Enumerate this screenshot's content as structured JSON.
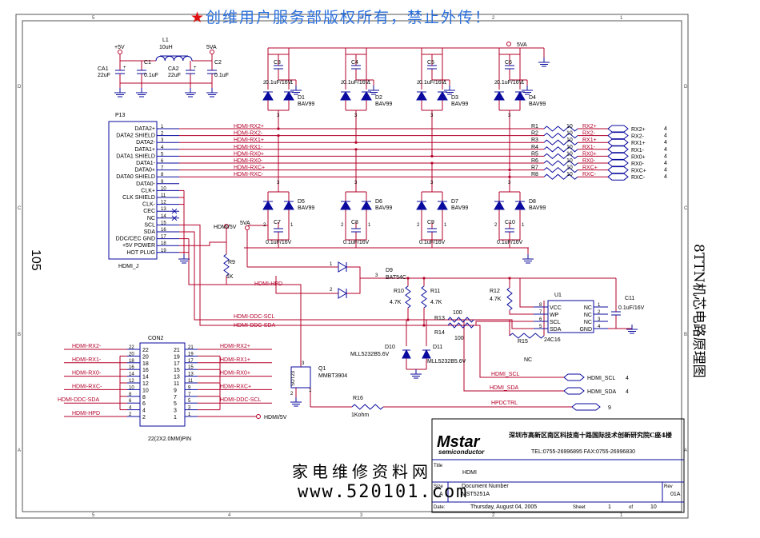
{
  "watermark": "★创维用户服务部版权所有，禁止外传！",
  "page_number": "105",
  "side_label": "8TTN机芯电路原理图",
  "footer_brand": "家电维修资料网",
  "footer_url": "www.520101.com",
  "border": {
    "columns_top": [
      "5",
      "4",
      "3",
      "2",
      "1"
    ],
    "columns_bottom": [
      "5",
      "4",
      "3",
      "2",
      "1"
    ],
    "rows_left": [
      "D",
      "C",
      "B",
      "A"
    ],
    "rows_right": [
      "D",
      "C",
      "B",
      "A"
    ]
  },
  "power": {
    "plus5v": "+5V",
    "l1": "L1",
    "l1_val": "10uH",
    "five_va": "5VA",
    "ca1": "CA1",
    "ca1_val": "22uF",
    "c1": "C1",
    "c1_val": "0.1uF",
    "ca2": "CA2",
    "ca2_val": "22uF",
    "c2": "C2",
    "c2_val": "0.1uF",
    "top_rail": "5VA"
  },
  "p13": {
    "ref": "P13",
    "name": "HDMI_J",
    "pins": [
      {
        "num": "1",
        "name": "DATA2+",
        "net": "HDMI-RX2+"
      },
      {
        "num": "2",
        "name": "DATA2 SHIELD",
        "net": "HDMI-RX2-"
      },
      {
        "num": "3",
        "name": "DATA2-",
        "net": "HDMI-RX1+"
      },
      {
        "num": "4",
        "name": "DATA1+",
        "net": "HDMI-RX1-"
      },
      {
        "num": "5",
        "name": "DATA1 SHIELD",
        "net": "HDMI-RX0+"
      },
      {
        "num": "6",
        "name": "DATA1-",
        "net": "HDMI-RX0-"
      },
      {
        "num": "7",
        "name": "DATA0+",
        "net": "HDMI-RXC+"
      },
      {
        "num": "8",
        "name": "DATA0 SHIELD",
        "net": "HDMI-RXC-"
      },
      {
        "num": "9",
        "name": "DATA0-",
        "net": ""
      },
      {
        "num": "10",
        "name": "CLK+",
        "net": ""
      },
      {
        "num": "11",
        "name": "CLK SHIELD",
        "net": ""
      },
      {
        "num": "12",
        "name": "CLK-",
        "net": ""
      },
      {
        "num": "13",
        "name": "CEC",
        "net": ""
      },
      {
        "num": "14",
        "name": "NC",
        "net": ""
      },
      {
        "num": "15",
        "name": "SCL",
        "net": ""
      },
      {
        "num": "16",
        "name": "SDA",
        "net": ""
      },
      {
        "num": "17",
        "name": "DDC/CEC GND",
        "net": ""
      },
      {
        "num": "18",
        "name": "+5V POWER",
        "net": ""
      },
      {
        "num": "19",
        "name": "HOT PLUG",
        "net": ""
      }
    ]
  },
  "resistors": [
    {
      "ref": "R1",
      "val": "10",
      "net": "RX2+",
      "port": "RX2+",
      "sheet": "4"
    },
    {
      "ref": "R2",
      "val": "10",
      "net": "RX2-",
      "port": "RX2-",
      "sheet": "4"
    },
    {
      "ref": "R3",
      "val": "10",
      "net": "RX1+",
      "port": "RX1+",
      "sheet": "4"
    },
    {
      "ref": "R4",
      "val": "10",
      "net": "RX1-",
      "port": "RX1-",
      "sheet": "4"
    },
    {
      "ref": "R5",
      "val": "10",
      "net": "RX0+",
      "port": "RX0+",
      "sheet": "4"
    },
    {
      "ref": "R6",
      "val": "10",
      "net": "RX0-",
      "port": "RX0-",
      "sheet": "4"
    },
    {
      "ref": "R7",
      "val": "10",
      "net": "RXC+",
      "port": "RXC+",
      "sheet": "4"
    },
    {
      "ref": "R8",
      "val": "10",
      "net": "RXC-",
      "port": "RXC-",
      "sheet": "4"
    }
  ],
  "diodes_top": [
    {
      "cap": "C3",
      "cap_val": "0.1uF/16V",
      "ref": "D1",
      "val": "BAV99"
    },
    {
      "cap": "C4",
      "cap_val": "0.1uF/16V",
      "ref": "D2",
      "val": "BAV99"
    },
    {
      "cap": "C5",
      "cap_val": "0.1uF/16V",
      "ref": "D3",
      "val": "BAV99"
    },
    {
      "cap": "C6",
      "cap_val": "0.1uF/16V",
      "ref": "D4",
      "val": "BAV99"
    }
  ],
  "diodes_bottom": [
    {
      "cap": "C7",
      "cap_val": "0.1uF/16V",
      "ref": "D5",
      "val": "BAV99"
    },
    {
      "cap": "C8",
      "cap_val": "0.1uF/16V",
      "ref": "D6",
      "val": "BAV99"
    },
    {
      "cap": "C9",
      "cap_val": "0.1uF/16V",
      "ref": "D7",
      "val": "BAV99"
    },
    {
      "cap": "C10",
      "cap_val": "0.1uF/16V",
      "ref": "D8",
      "val": "BAV99"
    }
  ],
  "mid": {
    "hdmi5v": "HDMI/5V",
    "five_va": "5VA",
    "r9": "R9",
    "r9_val": "1K",
    "hpd_net": "HDMI-HPD",
    "d9": "D9",
    "d9_val": "BAT54C",
    "r10": "R10",
    "r10_val": "4.7K",
    "r11": "R11",
    "r11_val": "4.7K",
    "r12": "R12",
    "r12_val": "4.7K",
    "r13": "R13",
    "r13_val": "100",
    "r14": "R14",
    "r14_val": "100",
    "r15": "R15",
    "r15_val": "NC",
    "c11": "C11",
    "c11_val": "0.1uF/16V",
    "d10": "D10",
    "d10_val": "MLL5232B5.6V",
    "d11": "D11",
    "d11_val": "MLL5232B5.6V",
    "ddc_scl": "HDMI-DDC-SCL",
    "ddc_sda": "HDMI-DDC-SDA",
    "hdmi_scl": "HDMI_SCL",
    "hdmi_sda": "HDMI_SDA",
    "hpdctrl": "HPDCTRL",
    "port_scl": "HDMI_SCL",
    "port_scl_sheet": "4",
    "port_sda": "HDMI_SDA",
    "port_sda_sheet": "4",
    "port_hpd_sheet": "9",
    "q1": "Q1",
    "q1_val": "MMBT3904",
    "q1_pkg": "SOT23",
    "r16": "R16",
    "r16_val": "1Kohm"
  },
  "u1": {
    "ref": "U1",
    "part": "24C16",
    "left_pins": [
      {
        "num": "8",
        "name": "VCC"
      },
      {
        "num": "7",
        "name": "WP"
      },
      {
        "num": "6",
        "name": "SCL"
      },
      {
        "num": "5",
        "name": "SDA"
      }
    ],
    "right_pins": [
      {
        "num": "1",
        "name": "NC"
      },
      {
        "num": "2",
        "name": "NC"
      },
      {
        "num": "3",
        "name": "NC"
      },
      {
        "num": "4",
        "name": "GND"
      }
    ]
  },
  "con2": {
    "ref": "CON2",
    "name": "22(2X2.0MM)PIN",
    "left_nets": [
      "HDMI-RX2-",
      "HDMI-RX1-",
      "HDMI-RX0-",
      "HDMI-RXC-",
      "HDMI-DDC-SDA",
      "HDMI-HPD"
    ],
    "right_nets": [
      "HDMI-RX2+",
      "HDMI-RX1+",
      "HDMI-RX0+",
      "HDMI-RXC+",
      "HDMI-DDC-SCL",
      "HDMI/5V"
    ],
    "left_outer": [
      "22",
      "20",
      "18",
      "16",
      "14",
      "12",
      "10",
      "8",
      "6",
      "4",
      "2"
    ],
    "left_inner": [
      "22",
      "20",
      "18",
      "16",
      "14",
      "12",
      "10",
      "8",
      "6",
      "4",
      "2"
    ],
    "right_inner": [
      "21",
      "19",
      "17",
      "15",
      "13",
      "11",
      "9",
      "7",
      "5",
      "3",
      "1"
    ],
    "right_outer": [
      "21",
      "19",
      "17",
      "15",
      "13",
      "11",
      "9",
      "7",
      "5",
      "3",
      "1"
    ]
  },
  "title_block": {
    "logo": "Mstar",
    "logo_sub": "semiconductor",
    "address": "深圳市高新区南区科技南十路国际技术创新研究院C座4楼",
    "tel": "TEL:0755-26996895    FAX:0755-26996830",
    "title_label": "Title",
    "title": "HDMI",
    "size_label": "Size",
    "size": "A",
    "doc_label": "Document Number",
    "doc": "MST5251A",
    "rev_label": "Rev",
    "rev": "01A",
    "date_label": "Date:",
    "date": "Thursday, August 04, 2005",
    "sheet_label": "Sheet",
    "sheet": "1",
    "of_label": "of",
    "sheets": "10"
  },
  "colors": {
    "wire": "#b3002a",
    "part": "#0a0a9e",
    "text": "#000000",
    "watermark": "#2a6fdb",
    "star": "#e01010"
  }
}
